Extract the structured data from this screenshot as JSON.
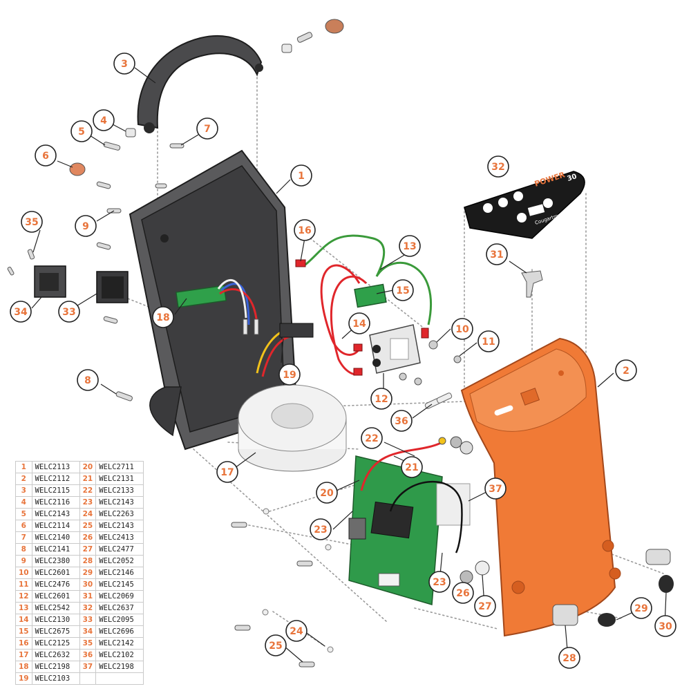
{
  "panel": {
    "brand": "Cougartron",
    "title_word": "POWER",
    "title_num": "30"
  },
  "callouts": [
    "1",
    "2",
    "3",
    "4",
    "5",
    "6",
    "7",
    "8",
    "9",
    "10",
    "11",
    "12",
    "13",
    "14",
    "15",
    "16",
    "17",
    "18",
    "19",
    "20",
    "21",
    "22",
    "23",
    "23",
    "24",
    "25",
    "26",
    "27",
    "28",
    "29",
    "30",
    "31",
    "32",
    "33",
    "34",
    "35",
    "36",
    "37"
  ],
  "parts_table": [
    {
      "n1": "1",
      "c1": "WELC2113",
      "n2": "20",
      "c2": "WELC2711"
    },
    {
      "n1": "2",
      "c1": "WELC2112",
      "n2": "21",
      "c2": "WELC2131"
    },
    {
      "n1": "3",
      "c1": "WELC2115",
      "n2": "22",
      "c2": "WELC2133"
    },
    {
      "n1": "4",
      "c1": "WELC2116",
      "n2": "23",
      "c2": "WELC2143"
    },
    {
      "n1": "5",
      "c1": "WELC2143",
      "n2": "24",
      "c2": "WELC2263"
    },
    {
      "n1": "6",
      "c1": "WELC2114",
      "n2": "25",
      "c2": "WELC2143"
    },
    {
      "n1": "7",
      "c1": "WELC2140",
      "n2": "26",
      "c2": "WELC2413"
    },
    {
      "n1": "8",
      "c1": "WELC2141",
      "n2": "27",
      "c2": "WELC2477"
    },
    {
      "n1": "9",
      "c1": "WELC2380",
      "n2": "28",
      "c2": "WELC2052"
    },
    {
      "n1": "10",
      "c1": "WELC2601",
      "n2": "29",
      "c2": "WELC2146"
    },
    {
      "n1": "11",
      "c1": "WELC2476",
      "n2": "30",
      "c2": "WELC2145"
    },
    {
      "n1": "12",
      "c1": "WELC2601",
      "n2": "31",
      "c2": "WELC2069"
    },
    {
      "n1": "13",
      "c1": "WELC2542",
      "n2": "32",
      "c2": "WELC2637"
    },
    {
      "n1": "14",
      "c1": "WELC2130",
      "n2": "33",
      "c2": "WELC2095"
    },
    {
      "n1": "15",
      "c1": "WELC2675",
      "n2": "34",
      "c2": "WELC2696"
    },
    {
      "n1": "16",
      "c1": "WELC2125",
      "n2": "35",
      "c2": "WELC2142"
    },
    {
      "n1": "17",
      "c1": "WELC2632",
      "n2": "36",
      "c2": "WELC2102"
    },
    {
      "n1": "18",
      "c1": "WELC2198",
      "n2": "37",
      "c2": "WELC2198"
    },
    {
      "n1": "19",
      "c1": "WELC2103",
      "n2": "",
      "c2": ""
    }
  ],
  "colors": {
    "accent": "#e8743b",
    "housing_dark": "#4a4a4c",
    "housing_orange": "#f07a36",
    "pcb_green": "#2f9a4a",
    "wire_red": "#e0262b",
    "wire_green": "#3a9a3a"
  }
}
